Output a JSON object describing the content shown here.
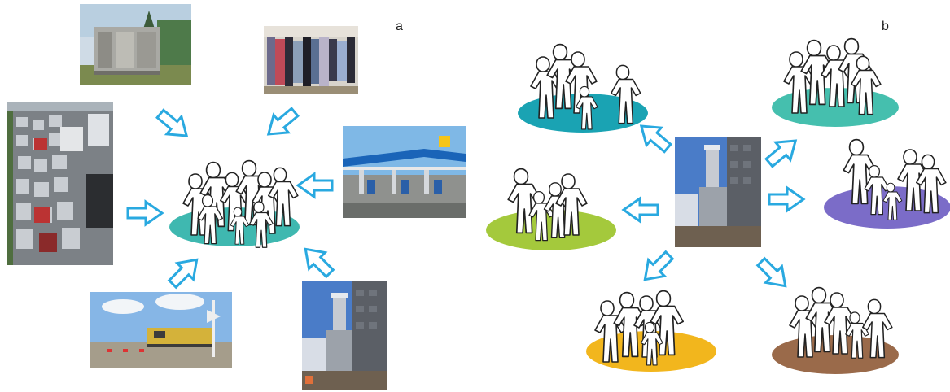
{
  "panel_a": {
    "label": "a"
  },
  "panel_b": {
    "label": "b"
  },
  "sources": {
    "generator": {
      "icon": "generator-photo"
    },
    "dry_cleaner": {
      "icon": "dry-cleaner-photo"
    },
    "traffic": {
      "icon": "traffic-photo"
    },
    "gas_station": {
      "icon": "gas-station-photo"
    },
    "train": {
      "icon": "train-photo"
    },
    "power_plant": {
      "icon": "power-plant-photo"
    }
  },
  "colors": {
    "arrow": "#29a9e0",
    "community_a": "#3fb8b0",
    "community_b": [
      "#1aa3b3",
      "#45bfae",
      "#a4c93c",
      "#7b6cc8",
      "#f2b61d",
      "#9a6a4a"
    ]
  }
}
